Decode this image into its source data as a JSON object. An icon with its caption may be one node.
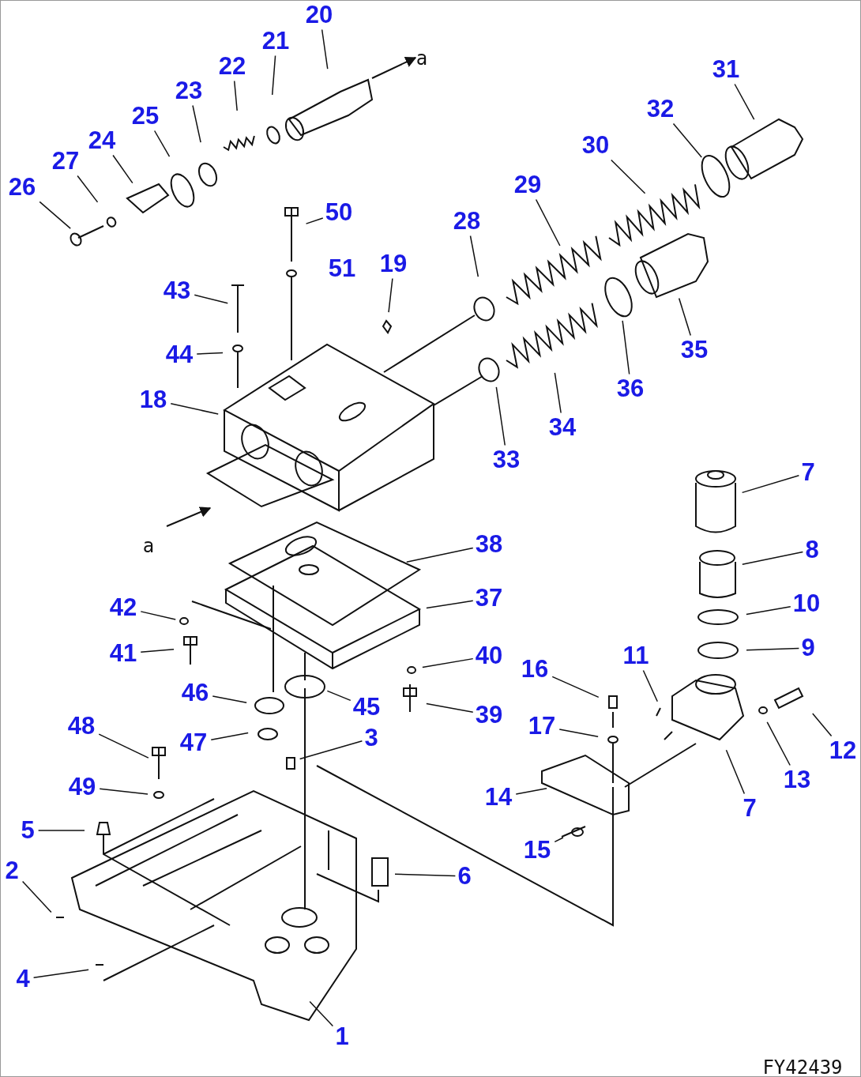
{
  "diagram": {
    "nodes": [
      {
        "text": [
          "20"
        ]
      },
      {
        "text": [
          "21"
        ]
      },
      {
        "text": [
          "31"
        ]
      },
      {
        "text": [
          "22"
        ]
      },
      {
        "text": [
          "23"
        ]
      },
      {
        "text": [
          "32"
        ]
      },
      {
        "text": [
          "25"
        ]
      },
      {
        "text": [
          "24"
        ]
      },
      {
        "text": [
          "30"
        ]
      },
      {
        "text": [
          "27"
        ]
      },
      {
        "text": [
          "29"
        ]
      },
      {
        "text": [
          "26"
        ]
      },
      {
        "text": [
          "50"
        ]
      },
      {
        "text": [
          "28"
        ]
      },
      {
        "text": [
          "19"
        ]
      },
      {
        "text": [
          "43"
        ]
      },
      {
        "text": [
          "35"
        ]
      },
      {
        "text": [
          "44"
        ]
      },
      {
        "text": [
          "36"
        ]
      },
      {
        "text": [
          "18"
        ]
      },
      {
        "text": [
          "34"
        ]
      },
      {
        "text": [
          "33"
        ]
      },
      {
        "text": [
          "7"
        ]
      },
      {
        "text": [
          "38"
        ]
      },
      {
        "text": [
          "8"
        ]
      },
      {
        "text": [
          "37"
        ]
      },
      {
        "text": [
          "10"
        ]
      },
      {
        "text": [
          "42"
        ]
      },
      {
        "text": [
          "9"
        ]
      },
      {
        "text": [
          "41"
        ]
      },
      {
        "text": [
          "40"
        ]
      },
      {
        "text": [
          "11"
        ]
      },
      {
        "text": [
          "16"
        ]
      },
      {
        "text": [
          "46"
        ]
      },
      {
        "text": [
          "45"
        ]
      },
      {
        "text": [
          "39"
        ]
      },
      {
        "text": [
          "17"
        ]
      },
      {
        "text": [
          "48"
        ]
      },
      {
        "text": [
          "47"
        ]
      },
      {
        "text": [
          "3"
        ]
      },
      {
        "text": [
          "12"
        ]
      },
      {
        "text": [
          "13"
        ]
      },
      {
        "text": [
          "49"
        ]
      },
      {
        "text": [
          "14"
        ]
      },
      {
        "text": [
          "7"
        ]
      },
      {
        "text": [
          "5"
        ]
      },
      {
        "text": [
          "15"
        ]
      },
      {
        "text": [
          "2"
        ]
      },
      {
        "text": [
          "6"
        ]
      },
      {
        "text": [
          "4"
        ]
      },
      {
        "text": [
          "1"
        ]
      }
    ],
    "edges": [
      {
        "from": 0,
        "to": null,
        "arrow": "none"
      },
      {
        "from": 1,
        "to": null,
        "arrow": "none"
      },
      {
        "from": 2,
        "to": null,
        "arrow": "none"
      },
      {
        "from": 3,
        "to": null,
        "arrow": "none"
      },
      {
        "from": 4,
        "to": null,
        "arrow": "none"
      },
      {
        "from": 5,
        "to": null,
        "arrow": "none"
      },
      {
        "from": 6,
        "to": null,
        "arrow": "none"
      },
      {
        "from": 7,
        "to": null,
        "arrow": "none"
      },
      {
        "from": 8,
        "to": null,
        "arrow": "none"
      },
      {
        "from": 9,
        "to": null,
        "arrow": "none"
      },
      {
        "from": 10,
        "to": null,
        "arrow": "none"
      },
      {
        "from": 11,
        "to": null,
        "arrow": "none"
      },
      {
        "from": 12,
        "to": null,
        "arrow": "none"
      },
      {
        "from": 13,
        "to": null,
        "arrow": "none"
      },
      {
        "from": 14,
        "to": null,
        "arrow": "none"
      },
      {
        "from": 15,
        "to": null,
        "arrow": "none"
      },
      {
        "from": 16,
        "to": null,
        "arrow": "none"
      },
      {
        "from": 17,
        "to": null,
        "arrow": "none"
      },
      {
        "from": 18,
        "to": null,
        "arrow": "none"
      },
      {
        "from": 19,
        "to": null,
        "arrow": "none"
      },
      {
        "from": 20,
        "to": null,
        "arrow": "none"
      },
      {
        "from": 21,
        "to": null,
        "arrow": "none"
      },
      {
        "from": 22,
        "to": null,
        "arrow": "none"
      },
      {
        "from": 23,
        "to": null,
        "arrow": "none"
      },
      {
        "from": 24,
        "to": null,
        "arrow": "none"
      },
      {
        "from": 25,
        "to": null,
        "arrow": "none"
      },
      {
        "from": 26,
        "to": null,
        "arrow": "none"
      },
      {
        "from": 27,
        "to": null,
        "arrow": "none"
      },
      {
        "from": 28,
        "to": null,
        "arrow": "none"
      },
      {
        "from": 29,
        "to": null,
        "arrow": "none"
      },
      {
        "from": 30,
        "to": null,
        "arrow": "none"
      },
      {
        "from": 31,
        "to": null,
        "arrow": "none"
      },
      {
        "from": 32,
        "to": null,
        "arrow": "none"
      },
      {
        "from": 33,
        "to": null,
        "arrow": "none"
      },
      {
        "from": 34,
        "to": null,
        "arrow": "none"
      },
      {
        "from": 35,
        "to": null,
        "arrow": "none"
      },
      {
        "from": 36,
        "to": null,
        "arrow": "none"
      },
      {
        "from": 37,
        "to": null,
        "arrow": "none"
      },
      {
        "from": 38,
        "to": null,
        "arrow": "none"
      },
      {
        "from": 39,
        "to": null,
        "arrow": "none"
      },
      {
        "from": 40,
        "to": null,
        "arrow": "none"
      },
      {
        "from": 41,
        "to": null,
        "arrow": "none"
      },
      {
        "from": 42,
        "to": null,
        "arrow": "none"
      },
      {
        "from": 43,
        "to": null,
        "arrow": "none"
      },
      {
        "from": 44,
        "to": null,
        "arrow": "none"
      },
      {
        "from": 45,
        "to": null,
        "arrow": "none"
      },
      {
        "from": 46,
        "to": null,
        "arrow": "none"
      },
      {
        "from": 47,
        "to": null,
        "arrow": "none"
      },
      {
        "from": 48,
        "to": null,
        "arrow": "none"
      },
      {
        "from": 49,
        "to": null,
        "arrow": "none"
      },
      {
        "from": 50,
        "to": null,
        "arrow": "none"
      }
    ],
    "labels": [
      "a",
      "51",
      "a",
      "FY42439"
    ]
  }
}
